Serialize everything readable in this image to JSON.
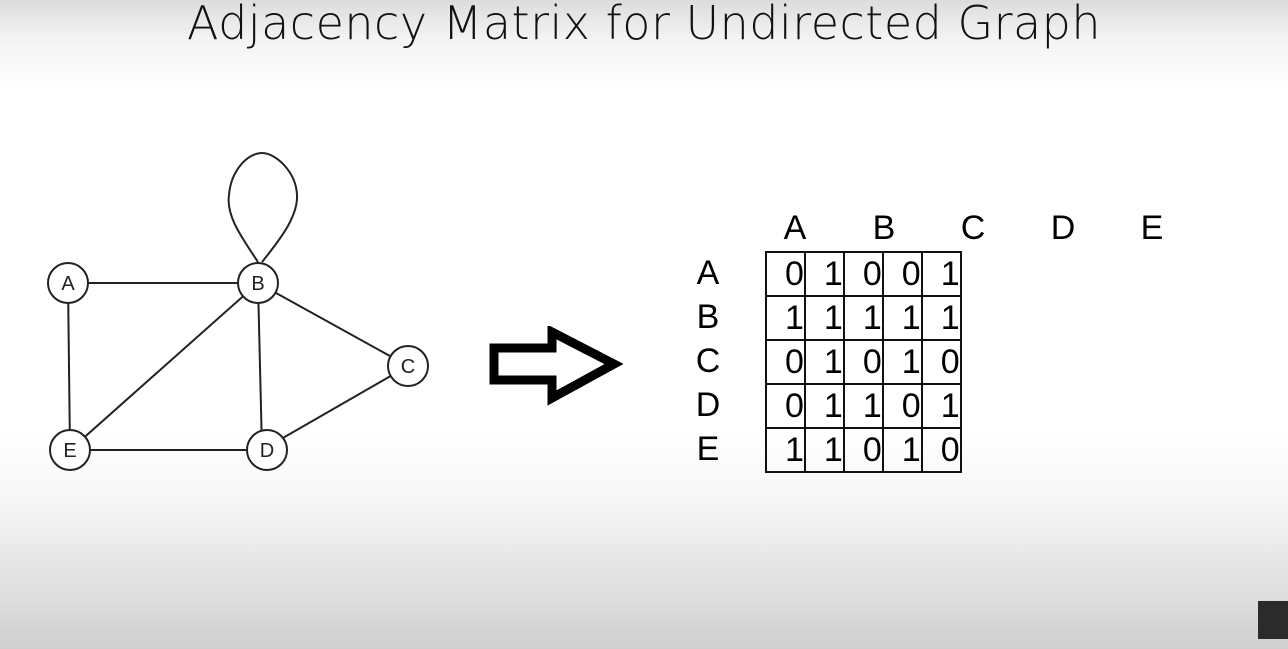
{
  "title": "Adjacency Matrix for Undirected Graph",
  "graph": {
    "nodes": [
      {
        "id": "A",
        "label": "A"
      },
      {
        "id": "B",
        "label": "B"
      },
      {
        "id": "C",
        "label": "C"
      },
      {
        "id": "D",
        "label": "D"
      },
      {
        "id": "E",
        "label": "E"
      }
    ],
    "edges": [
      [
        "A",
        "B"
      ],
      [
        "A",
        "E"
      ],
      [
        "B",
        "B"
      ],
      [
        "B",
        "C"
      ],
      [
        "B",
        "D"
      ],
      [
        "B",
        "E"
      ],
      [
        "C",
        "D"
      ],
      [
        "D",
        "E"
      ]
    ]
  },
  "matrix": {
    "col_headers": [
      "A",
      "B",
      "C",
      "D",
      "E"
    ],
    "row_headers": [
      "A",
      "B",
      "C",
      "D",
      "E"
    ],
    "rows": [
      [
        "0",
        "1",
        "0",
        "0",
        "1"
      ],
      [
        "1",
        "1",
        "1",
        "1",
        "1"
      ],
      [
        "0",
        "1",
        "0",
        "1",
        "0"
      ],
      [
        "0",
        "1",
        "1",
        "0",
        "1"
      ],
      [
        "1",
        "1",
        "0",
        "1",
        "0"
      ]
    ]
  },
  "colors": {
    "stroke": "#222222",
    "corner_icon": "#2b2b2b"
  }
}
